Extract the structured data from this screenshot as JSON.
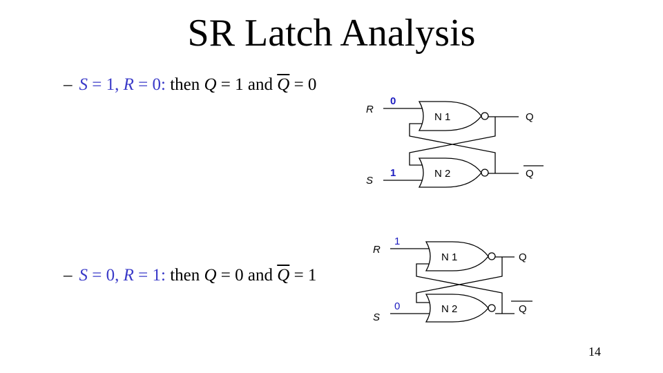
{
  "slide": {
    "title": "SR Latch Analysis",
    "page_number": "14"
  },
  "bullets": [
    {
      "dash": "–",
      "cond_s": "S",
      "eq1": " = 1, ",
      "cond_r": "R",
      "eq2": " = 0:",
      "then": " then ",
      "q": "Q",
      "q_val": " = 1 and ",
      "qbar": "Q",
      "qbar_val": " = 0"
    },
    {
      "dash": "–",
      "cond_s": "S",
      "eq1": " = 0, ",
      "cond_r": "R",
      "eq2": " = 1:",
      "then": " then ",
      "q": "Q",
      "q_val": " = 0 and ",
      "qbar": "Q",
      "qbar_val": " = 1"
    }
  ],
  "diagrams": [
    {
      "r_label": "R",
      "s_label": "S",
      "r_value": "0",
      "s_value": "1",
      "gate1": "N 1",
      "gate2": "N 2",
      "q_label": "Q",
      "qbar_label": "Q"
    },
    {
      "r_label": "R",
      "s_label": "S",
      "r_value": "1",
      "s_value": "0",
      "gate1": "N 1",
      "gate2": "N 2",
      "q_label": "Q",
      "qbar_label": "Q"
    }
  ]
}
